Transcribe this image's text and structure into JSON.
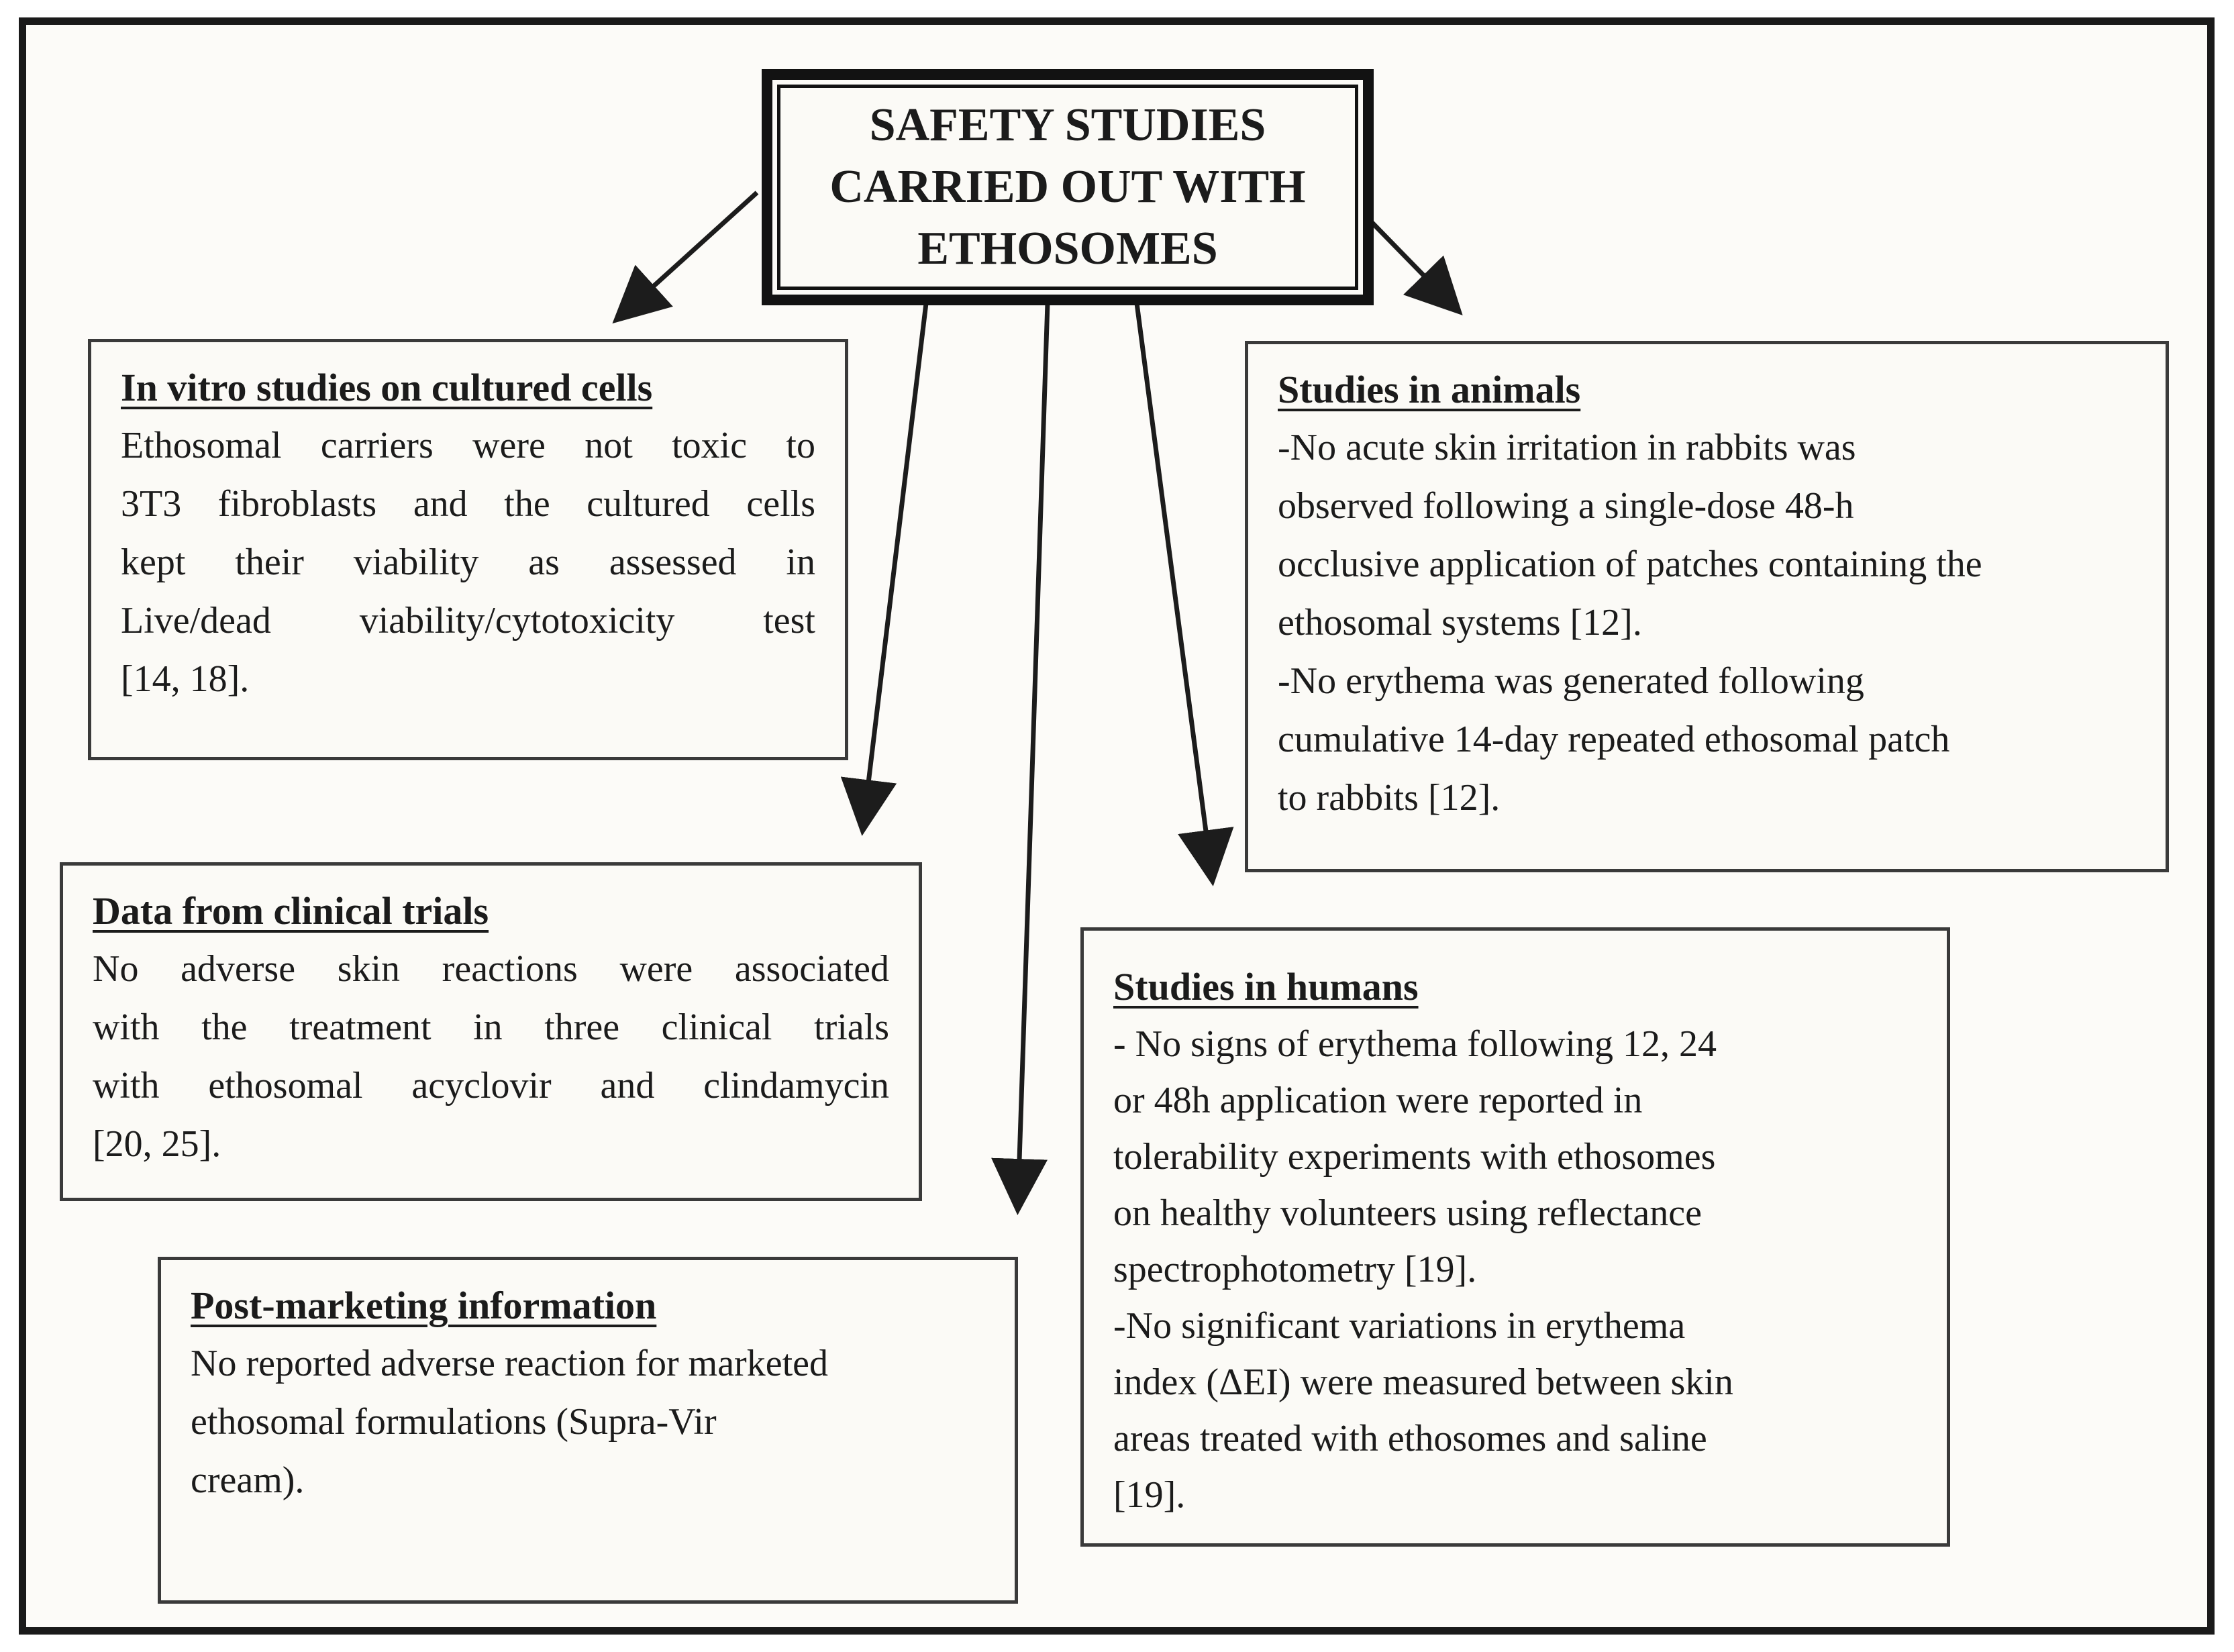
{
  "diagram": {
    "header": {
      "title": "SAFETY STUDIES CARRIED OUT WITH ETHOSOMES",
      "title_lines": [
        "SAFETY STUDIES",
        "CARRIED OUT WITH",
        "ETHOSOMES"
      ]
    },
    "boxes": [
      {
        "id": "in-vitro",
        "title": "In vitro studies on cultured cells",
        "lines": [
          "Ethosomal carriers were not toxic to",
          "3T3 fibroblasts and the cultured cells",
          "kept their viability as assessed in",
          "Live/dead viability/cytotoxicity test",
          "[14, 18]."
        ]
      },
      {
        "id": "animals",
        "title": "Studies in animals",
        "lines": [
          "-No acute skin irritation in rabbits was",
          "observed following a single-dose 48-h",
          "occlusive application of patches containing the",
          "ethosomal systems [12].",
          "-No erythema was generated following",
          "cumulative 14-day repeated ethosomal patch",
          "to rabbits [12]."
        ]
      },
      {
        "id": "clinical",
        "title": "Data from clinical trials",
        "lines": [
          "No adverse skin reactions were associated",
          "with the treatment in three clinical trials",
          "with ethosomal acyclovir and clindamycin",
          "[20, 25]."
        ]
      },
      {
        "id": "post-marketing",
        "title": "Post-marketing information",
        "lines": [
          "No reported adverse reaction for marketed",
          "ethosomal formulations (Supra-Vir",
          "cream)."
        ]
      },
      {
        "id": "humans",
        "title": "Studies in humans",
        "lines": [
          "- No signs of erythema following 12, 24",
          "or 48h application were reported in",
          "tolerability experiments with ethosomes",
          "on healthy volunteers using reflectance",
          "spectrophotometry [19].",
          "-No significant variations in erythema",
          "index (ΔEI) were measured between skin",
          "areas treated with ethosomes and saline",
          "[19]."
        ]
      }
    ],
    "colors": {
      "ink": "#1b1b1b",
      "paper": "#fcfbf8",
      "box_border": "#3a3a3a",
      "header_border": "#121212"
    }
  }
}
